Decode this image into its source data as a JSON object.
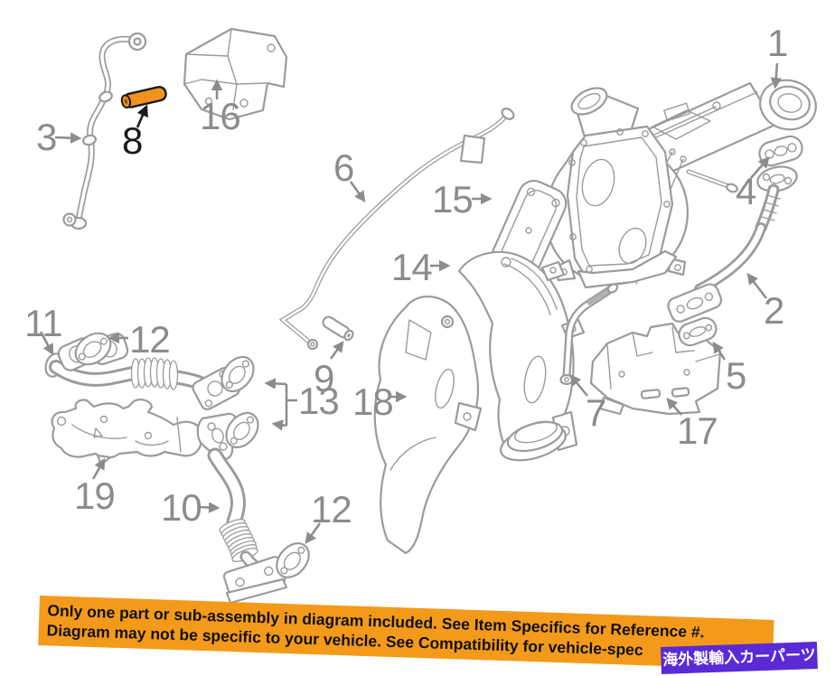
{
  "diagram": {
    "line_color": "#9b9b9b",
    "label_color": "#8c8c8c",
    "highlight_label_color": "#1a1a1a",
    "highlighted_part": {
      "ref": "8",
      "color": "#F0921E"
    },
    "callouts": [
      {
        "ref": "1"
      },
      {
        "ref": "2"
      },
      {
        "ref": "3"
      },
      {
        "ref": "4"
      },
      {
        "ref": "5"
      },
      {
        "ref": "6"
      },
      {
        "ref": "7"
      },
      {
        "ref": "8",
        "highlighted": true
      },
      {
        "ref": "9"
      },
      {
        "ref": "10"
      },
      {
        "ref": "11"
      },
      {
        "ref": "12"
      },
      {
        "ref": "12"
      },
      {
        "ref": "13"
      },
      {
        "ref": "14"
      },
      {
        "ref": "15"
      },
      {
        "ref": "16"
      },
      {
        "ref": "17"
      },
      {
        "ref": "18"
      },
      {
        "ref": "19"
      }
    ]
  },
  "banner": {
    "background": "#F49A1B",
    "text_color": "#111111",
    "line1": "Only one part or sub-assembly in diagram included. See Item Specifics for Reference #.",
    "line2": "Diagram may not be specific to your vehicle. See Compatibility for vehicle-spec"
  },
  "badge": {
    "background": "#5A2BD5",
    "text_color": "#ffffff",
    "text": "海外製輸入カーパーツ"
  }
}
